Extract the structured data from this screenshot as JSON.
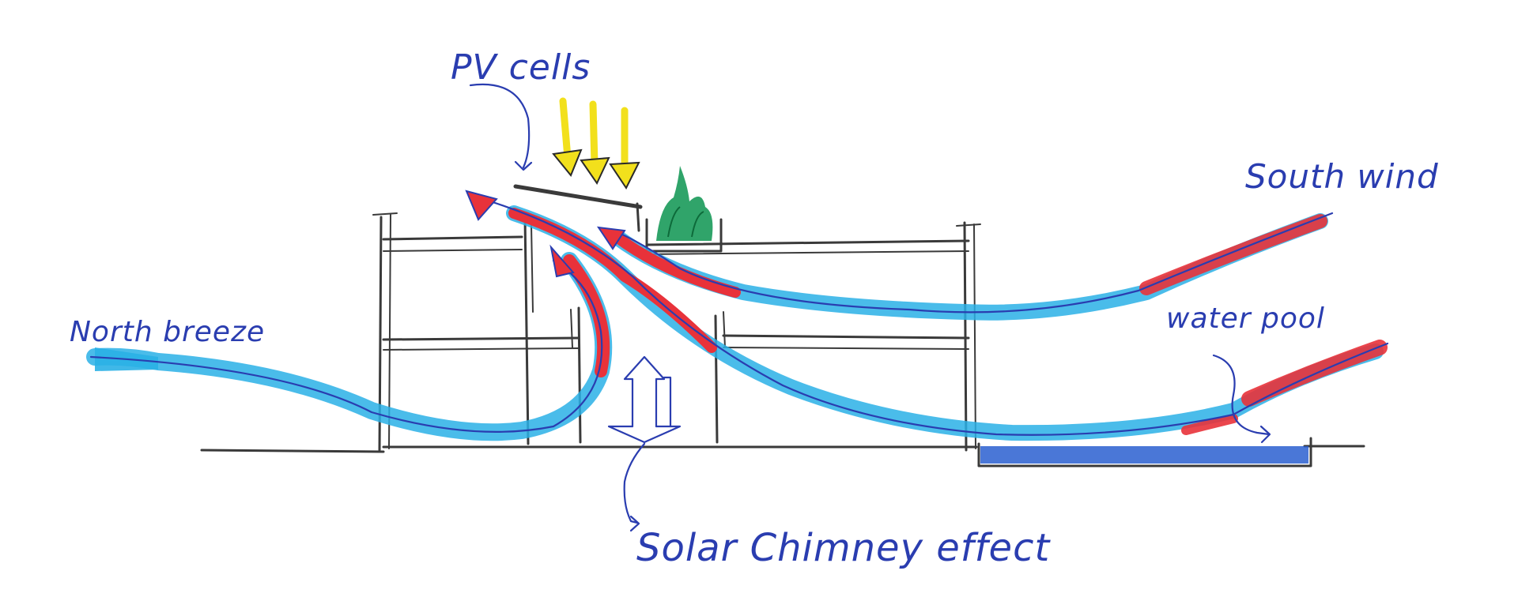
{
  "labels": {
    "pv_cells": "PV cells",
    "south_wind": "South wind",
    "north_breeze": "North breeze",
    "water_pool": "water pool",
    "solar_chimney": "Solar Chimney effect"
  },
  "colors": {
    "ink": "#3a3a3a",
    "pen_blue": "#2a3db0",
    "cool_air": "#2ab0e6",
    "warm_air": "#e8323a",
    "sun_rays": "#f2e01c",
    "plants": "#1a9a5a",
    "pool": "#2a5fd0",
    "background": "#ffffff"
  },
  "icons": {
    "sun": "sun-rays-icon",
    "plants": "plant-icon"
  }
}
